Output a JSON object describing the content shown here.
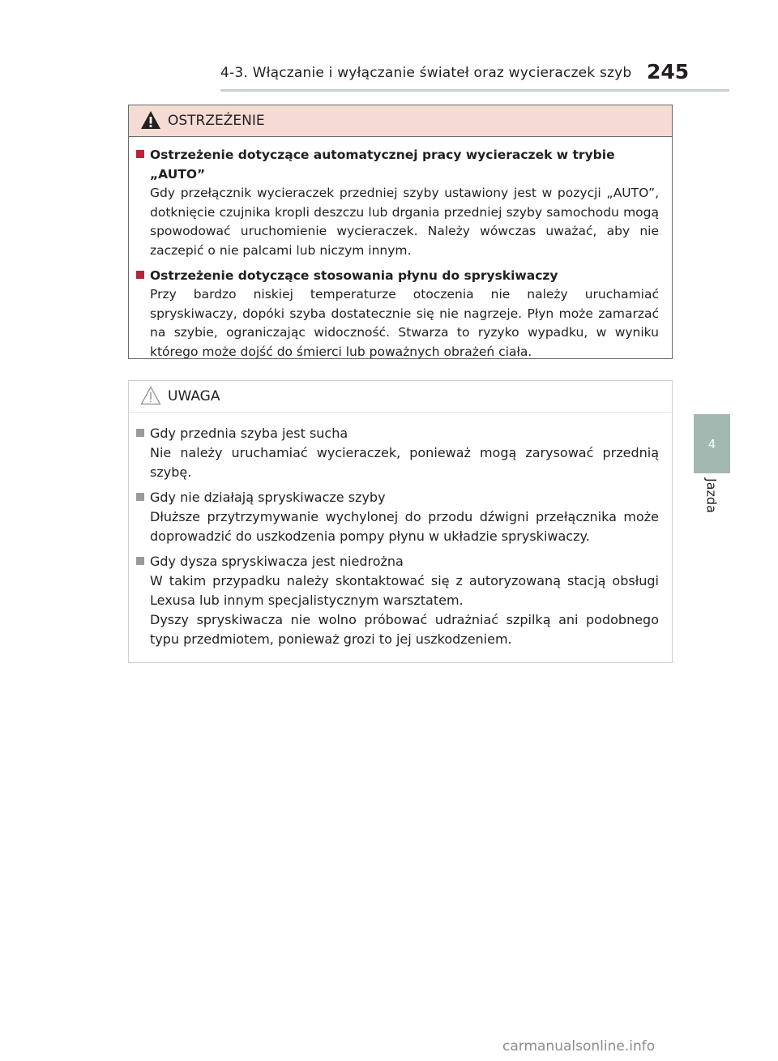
{
  "header": {
    "section_title": "4-3. Włączanie i wyłączanie świateł oraz wycieraczek szyb",
    "page_number": "245"
  },
  "side": {
    "chapter_number": "4",
    "chapter_label": "Jazda"
  },
  "warning": {
    "title": "OSTRZEŻENIE",
    "icon": "warning-triangle-icon",
    "accent_color": "#b8243a",
    "items": [
      {
        "title": "Ostrzeżenie dotyczące automatycznej pracy wycieraczek w trybie „AUTO”",
        "text": "Gdy przełącznik wycieraczek przedniej szyby ustawiony jest w pozycji „AUTO”, dotknięcie czujnika kropli deszczu lub drgania przedniej szyby samochodu mogą spowodować uruchomienie wycieraczek. Należy wówczas uważać, aby nie zaczepić o nie palcami lub niczym innym."
      },
      {
        "title": "Ostrzeżenie dotyczące stosowania płynu do spryskiwaczy",
        "text": "Przy bardzo niskiej temperaturze otoczenia nie należy uruchamiać spryskiwaczy, dopóki szyba dostatecznie się nie nagrzeje. Płyn może zamarzać na szybie, ograniczając widoczność. Stwarza to ryzyko wypadku, w wyniku którego może dojść do śmierci lub poważnych obrażeń ciała."
      }
    ]
  },
  "notice": {
    "title": "UWAGA",
    "icon": "caution-outline-icon",
    "items": [
      {
        "title": "Gdy przednia szyba jest sucha",
        "text": "Nie należy uruchamiać wycieraczek, ponieważ mogą zarysować przednią szybę."
      },
      {
        "title": "Gdy nie działają spryskiwacze szyby",
        "text": "Dłuższe przytrzymywanie wychylonej do przodu dźwigni przełącznika może doprowadzić do uszkodzenia pompy płynu w układzie spryskiwaczy."
      },
      {
        "title": "Gdy dysza spryskiwacza jest niedrożna",
        "text": "W takim przypadku należy skontaktować się z autoryzowaną stacją obsługi Lexusa lub innym specjalistycznym warsztatem.",
        "text2": "Dyszy spryskiwacza nie wolno próbować udrażniać szpilką ani podobnego typu przedmiotem, ponieważ grozi to jej uszkodzeniem."
      }
    ]
  },
  "watermark": "carmanualsonline.info"
}
